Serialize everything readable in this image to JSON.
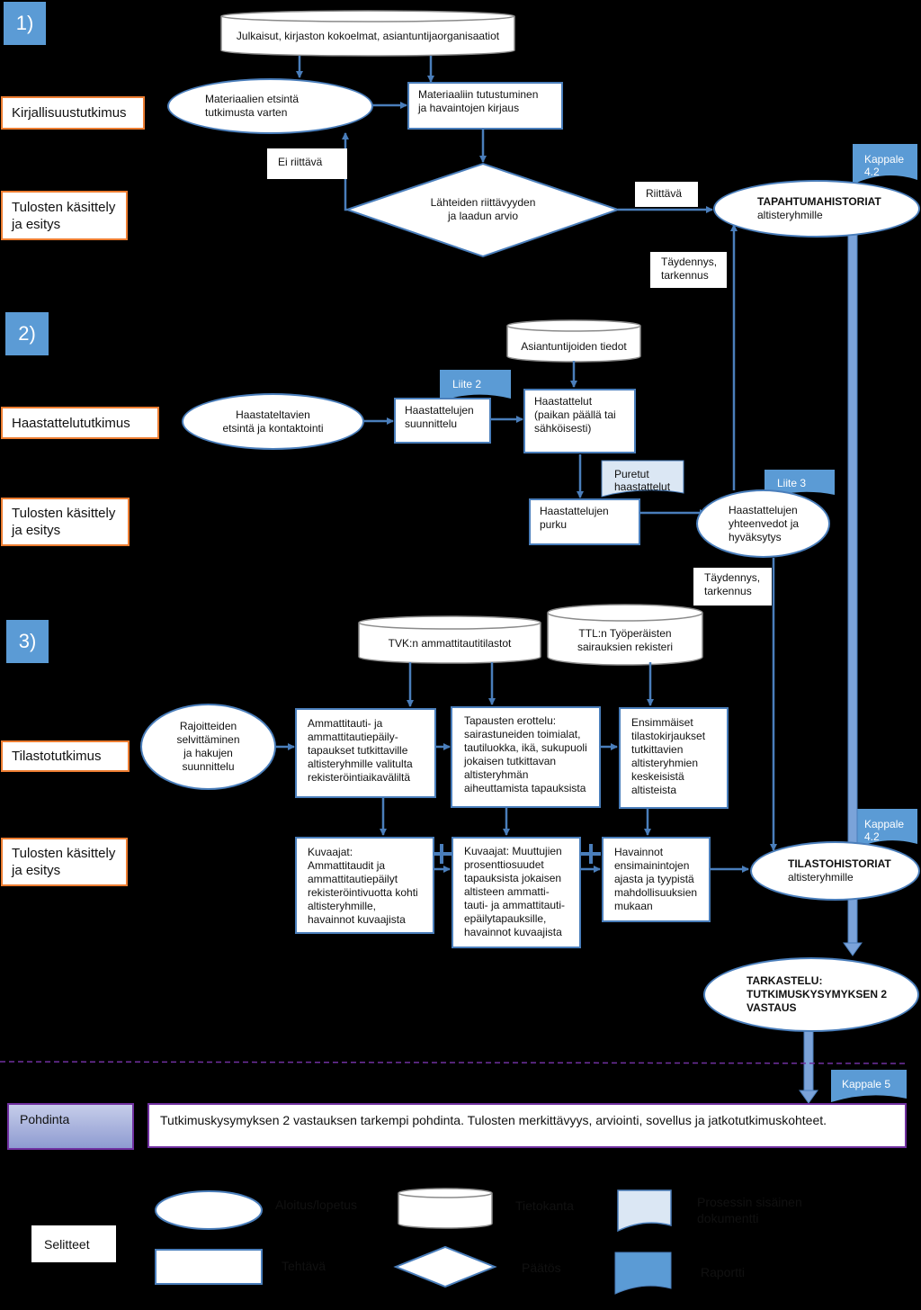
{
  "sections": {
    "one": "1)",
    "two": "2)",
    "three": "3)"
  },
  "labels": {
    "kirjallisuus": "Kirjallisuustutkimus",
    "tulosten1": "Tulosten käsittely\nja esitys",
    "haastattelu": "Haastattelututkimus",
    "tulosten2": "Tulosten käsittely\nja esitys",
    "tilasto": "Tilastotutkimus",
    "tulosten3": "Tulosten käsittely\nja esitys",
    "pohdinta": "Pohdinta",
    "selitteet": "Selitteet"
  },
  "nodes": {
    "julkaisut": "Julkaisut, kirjaston kokoelmat, asiantuntijaorganisaatiot",
    "materiaalien_etsinta": "Materiaalien etsintä\ntutkimusta varten",
    "tutustuminen": "Materiaaliin tutustuminen\nja havaintojen kirjaus",
    "arvio": "Lähteiden riittävyyden\nja laadun arvio",
    "ei_riittava": "Ei riittävä",
    "riittava": "Riittävä",
    "tapahtumahistoriat_title": "TAPAHTUMAHISTORIAT",
    "tapahtumahistoriat_sub": "altisteryhmille",
    "kappale42a": "Kappale\n4.2",
    "taydennys1": "Täydennys,\ntarkennus",
    "asiantuntijoiden": "Asiantuntijoiden tiedot",
    "liite2": "Liite 2",
    "haastateltavien": "Haastateltavien\netsintä ja kontaktointi",
    "suunnittelu": "Haastattelujen\nsuunnittelu",
    "haastattelut": "Haastattelut\n(paikan päällä tai\nsähköisesti)",
    "puretut": "Puretut\nhaastattelut",
    "purku": "Haastattelujen\npurku",
    "liite3": "Liite 3",
    "yhteenvedot": "Haastattelujen\nyhteenvedot ja\nhyväksytys",
    "taydennys2": "Täydennys,\ntarkennus",
    "tvk": "TVK:n ammattitautitilastot",
    "ttl": "TTL:n Työperäisten\nsairauksien rekisteri",
    "rajoitteiden": "Rajoitteiden\nselvittäminen\nja hakujen\nsuunnittelu",
    "ammattitauti": "Ammattitauti- ja\nammattitautiepäily-\ntapaukset tutkittaville\naltisteryhmille valitulta\nrekisteröintiaikaväliltä",
    "tapausten": "Tapausten erottelu:\nsairastuneiden toimialat,\ntautiluokka, ikä, sukupuoli\njokaisen tutkittavan\naltisteryhmän\naiheuttamista tapauksista",
    "ensimmaiset": "Ensimmäiset\ntilastokirjaukset\ntutkittavien\naltisteryhmien\nkeskeisistä\naltisteista",
    "kuvaajat1": "Kuvaajat:\nAmmattitaudit ja\nammattitautiepäilyt\nrekisteröintivuotta kohti\naltisteryhmille,\nhavainnot kuvaajista",
    "kuvaajat2": "Kuvaajat: Muuttujien\nprosenttiosuudet\ntapauksista jokaisen\naltisteen ammatti-\ntauti- ja ammattitauti-\nepäilytapauksille,\nhavainnot kuvaajista",
    "havainnot": "Havainnot\nensimainintojen\najasta ja tyypistä\nmahdollisuuksien\nmukaan",
    "kappale42b": "Kappale\n4.2",
    "tilastohistoriat_title": "TILASTOHISTORIAT",
    "tilastohistoriat_sub": "altisteryhmille",
    "tarkastelu": "TARKASTELU:\nTUTKIMUSKYSYMYKSEN 2\nVASTAUS",
    "kappale5": "Kappale 5",
    "pohdinta_text": "Tutkimuskysymyksen 2 vastauksen tarkempi pohdinta. Tulosten merkittävyys, arviointi, sovellus ja jatkotutkimuskohteet."
  },
  "legend": {
    "aloitus": "Aloitus/lopetus",
    "tietokanta": "Tietokanta",
    "dokumentti": "Prosessin sisäinen\ndokumentti",
    "tehtava": "Tehtävä",
    "paatos": "Päätös",
    "raportti": "Raportti"
  },
  "colors": {
    "flow": "#4a7ebb",
    "label_border": "#ed7d31",
    "section_fill": "#5b9bd5",
    "report_fill": "#5b9bd5",
    "doc_fill": "#dbe7f4",
    "separator": "#7030a0"
  }
}
